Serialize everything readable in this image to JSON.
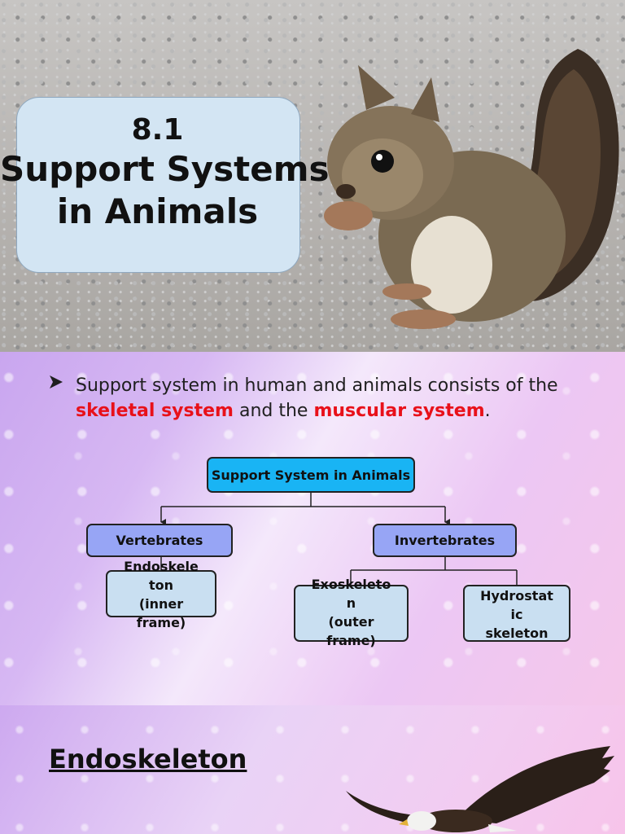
{
  "slide1": {
    "title_number": "8.1",
    "title_line1": "Support Systems",
    "title_line2": "in Animals"
  },
  "slide2": {
    "bullet_part1": "Support system in human and animals consists of the ",
    "bullet_highlight1": "skeletal system",
    "bullet_part2": " and the ",
    "bullet_highlight2": "muscular system",
    "bullet_part3": ".",
    "diagram": {
      "root": "Support System in Animals",
      "vertebrates": "Vertebrates",
      "invertebrates": "Invertebrates",
      "endoskeleton": "Endoskeleton (inner frame)",
      "exoskeleton": "Exoskeleton (outer frame)",
      "hydrostatic": "Hydrostatic skeleton"
    }
  },
  "slide3": {
    "heading": "Endoskeleton"
  },
  "colors": {
    "title_card": "#d3e5f3",
    "root_node": "#19b4f4",
    "category_node": "#97a5f5",
    "leaf_node": "#c9dff1",
    "highlight_red": "#e8111a"
  }
}
